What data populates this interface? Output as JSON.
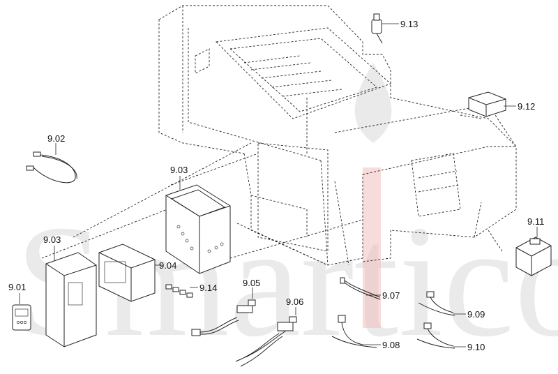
{
  "diagram": {
    "watermark_text": "Smartico",
    "labels": {
      "p901": "9.01",
      "p902": "9.02",
      "p903a": "9.03",
      "p903b": "9.03",
      "p904": "9.04",
      "p905": "9.05",
      "p906": "9.06",
      "p907": "9.07",
      "p908": "9.08",
      "p909": "9.09",
      "p910": "9.10",
      "p911": "9.11",
      "p912": "9.12",
      "p913": "9.13",
      "p914": "9.14"
    }
  }
}
